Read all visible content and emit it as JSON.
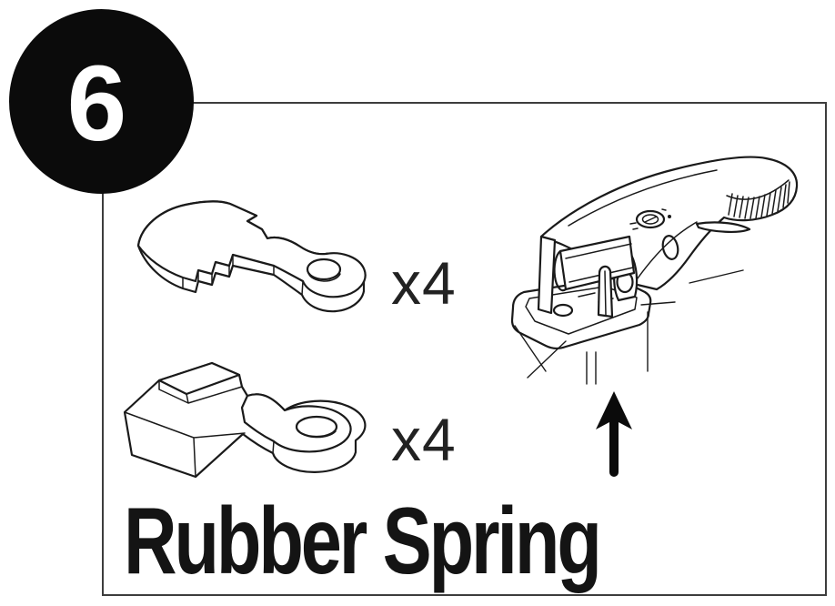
{
  "step": {
    "number": "6"
  },
  "panel": {
    "title": "Rubber Spring",
    "parts": [
      {
        "icon": "rubber-spring-flat-part-icon",
        "quantity_label": "x4"
      },
      {
        "icon": "rubber-spring-block-part-icon",
        "quantity_label": "x4"
      }
    ],
    "illustration": {
      "icon": "clamp-handle-assembly-icon",
      "pointer_icon": "arrow-up-icon"
    }
  },
  "colors": {
    "background": "#ffffff",
    "ink": "#1a1a1a",
    "panel_border": "#3d3d3d",
    "badge_fill": "#0b0b0b",
    "badge_text": "#ffffff"
  }
}
